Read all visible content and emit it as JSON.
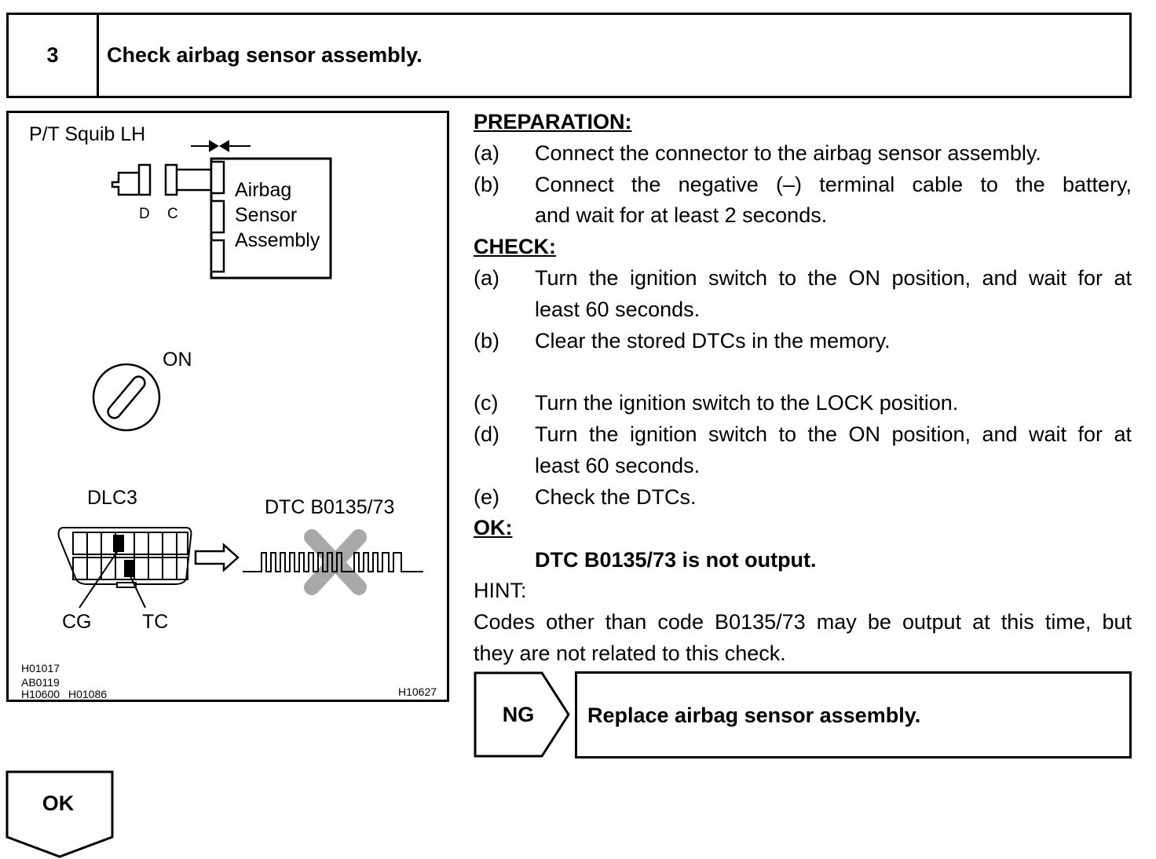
{
  "step": {
    "number": "3",
    "title": "Check airbag sensor assembly."
  },
  "figure": {
    "title": "P/T Squib LH",
    "connector_labels": [
      "D",
      "C"
    ],
    "ecu_label_lines": [
      "Airbag",
      "Sensor",
      "Assembly"
    ],
    "switch_label": "ON",
    "dlc_label": "DLC3",
    "dtc_label": "DTC B0135/73",
    "terminal_labels": [
      "CG",
      "TC"
    ],
    "codes_left": [
      "H01017",
      "AB0119",
      "H10600",
      "H01086"
    ],
    "code_right": "H10627"
  },
  "preparation": {
    "heading": "PREPARATION:",
    "items": [
      {
        "label": "(a)",
        "lines": [
          "Connect the connector to the airbag sensor assembly."
        ]
      },
      {
        "label": "(b)",
        "lines": [
          "Connect the negative (–) terminal cable to the battery,",
          "and wait for at least 2 seconds."
        ]
      }
    ]
  },
  "check": {
    "heading": "CHECK:",
    "items": [
      {
        "label": "(a)",
        "lines": [
          "Turn the ignition switch to the ON position, and wait for at",
          "least 60 seconds."
        ]
      },
      {
        "label": "(b)",
        "lines": [
          "Clear the stored DTCs in the memory."
        ]
      },
      {
        "label": "(c)",
        "lines": [
          "Turn the ignition switch to the LOCK position."
        ]
      },
      {
        "label": "(d)",
        "lines": [
          "Turn the ignition switch to the ON position, and wait for at",
          "least 60 seconds."
        ]
      },
      {
        "label": "(e)",
        "lines": [
          "Check the DTCs."
        ]
      }
    ]
  },
  "ok": {
    "heading": "OK:",
    "result": "DTC B0135/73 is not output."
  },
  "hint": {
    "heading": "HINT:",
    "lines": [
      "Codes other than code B0135/73 may be output at this time, but",
      "they are not related to this check."
    ]
  },
  "ng": {
    "label": "NG",
    "action": "Replace airbag sensor assembly."
  },
  "next": {
    "label": "OK"
  }
}
